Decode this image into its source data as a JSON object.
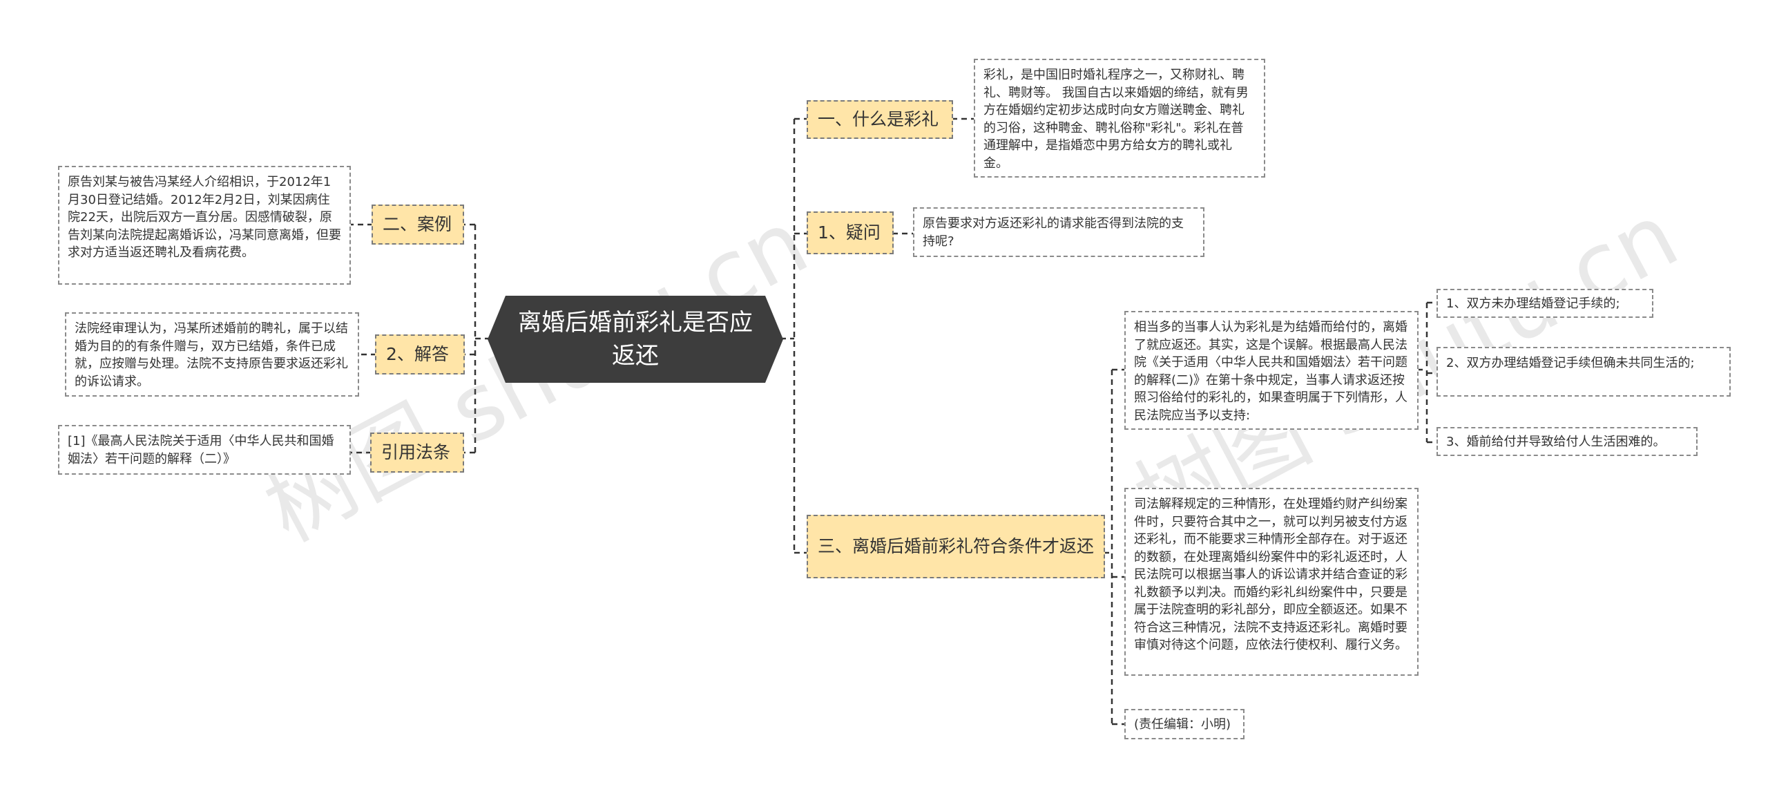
{
  "root": {
    "title": "离婚后婚前彩礼是否应返还"
  },
  "right_branches": [
    {
      "label": "一、什么是彩礼",
      "leaf": "彩礼，是中国旧时婚礼程序之一，又称财礼、聘礼、聘财等。 我国自古以来婚姻的缔结，就有男方在婚姻约定初步达成时向女方赠送聘金、聘礼的习俗，这种聘金、聘礼俗称\"彩礼\"。彩礼在普通理解中，是指婚恋中男方给女方的聘礼或礼金。"
    },
    {
      "label": "1、疑问",
      "leaf": "原告要求对方返还彩礼的请求能否得到法院的支持呢?"
    },
    {
      "label": "三、离婚后婚前彩礼符合条件才返还",
      "leaf_a": "相当多的当事人认为彩礼是为结婚而给付的，离婚了就应返还。其实，这是个误解。根据最高人民法院《关于适用〈中华人民共和国婚姻法〉若干问题的解释(二)》在第十条中规定，当事人请求返还按照习俗给付的彩礼的，如果查明属于下列情形，人民法院应当予以支持:",
      "conditions": [
        "1、双方未办理结婚登记手续的;",
        "2、双方办理结婚登记手续但确未共同生活的;",
        "3、婚前给付并导致给付人生活困难的。"
      ],
      "leaf_b": "司法解释规定的三种情形，在处理婚约财产纠纷案件时，只要符合其中之一，就可以判另被支付方返还彩礼，而不能要求三种情形全部存在。对于返还的数额，在处理离婚纠纷案件中的彩礼返还时，人民法院可以根据当事人的诉讼请求并结合查证的彩礼数额予以判决。而婚约彩礼纠纷案件中，只要是属于法院查明的彩礼部分，即应全额返还。如果不符合这三种情况，法院不支持返还彩礼。离婚时要审慎对待这个问题，应依法行使权利、履行义务。",
      "leaf_c": "(责任编辑：小明)"
    }
  ],
  "left_branches": [
    {
      "label": "二、案例",
      "leaf": "原告刘某与被告冯某经人介绍相识，于2012年1月30日登记结婚。2012年2月2日，刘某因病住院22天，出院后双方一直分居。因感情破裂，原告刘某向法院提起离婚诉讼，冯某同意离婚，但要求对方适当返还聘礼及看病花费。"
    },
    {
      "label": "2、解答",
      "leaf": "法院经审理认为，冯某所述婚前的聘礼，属于以结婚为目的的有条件赠与，双方已结婚，条件已成就，应按赠与处理。法院不支持原告要求返还彩礼的诉讼请求。"
    },
    {
      "label": "引用法条",
      "leaf": "[1]《最高人民法院关于适用〈中华人民共和国婚姻法〉若干问题的解释（二）》"
    }
  ],
  "watermarks": [
    "树图 shutu.cn",
    "树图 shutu.cn"
  ],
  "colors": {
    "root_bg": "#3d3d3d",
    "branch_bg": "#ffe5a8",
    "line": "#333333"
  }
}
